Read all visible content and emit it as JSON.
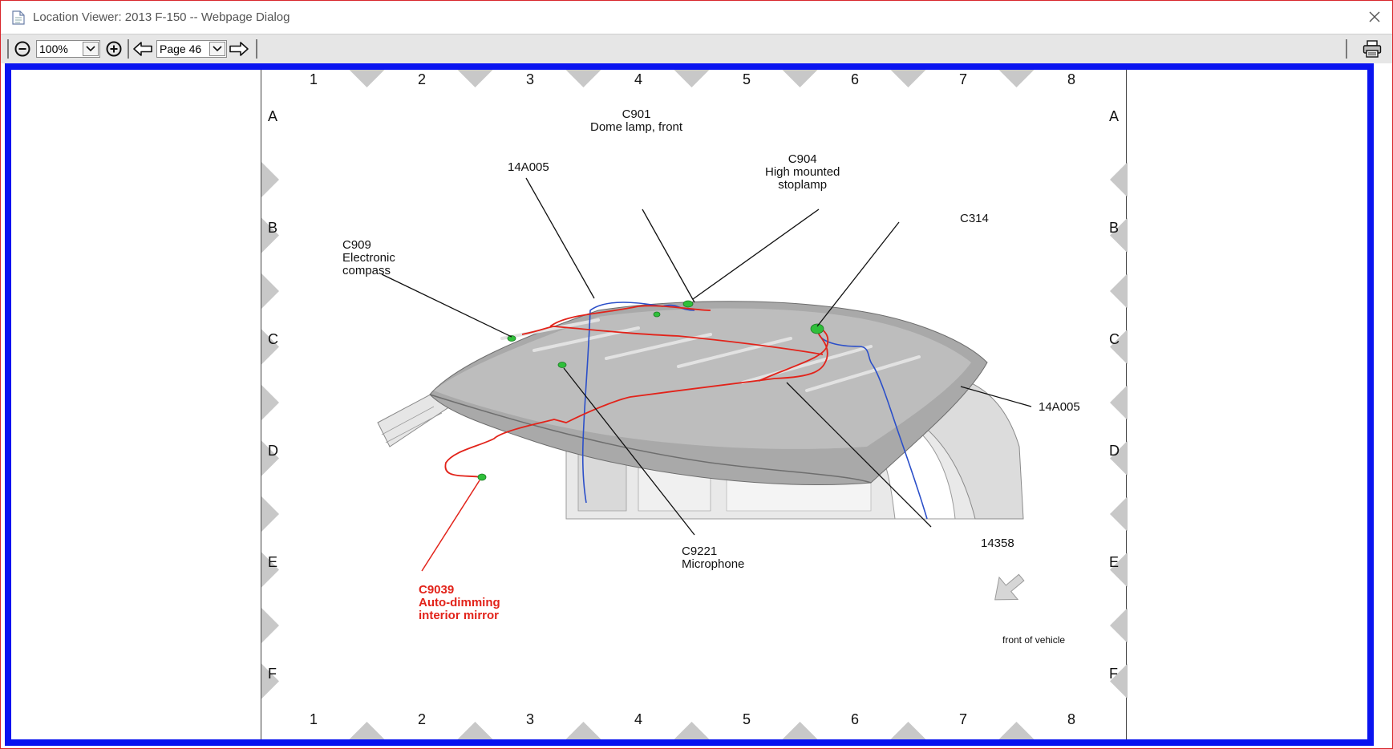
{
  "window": {
    "title": "Location Viewer: 2013 F-150 -- Webpage Dialog"
  },
  "toolbar": {
    "zoom_value": "100%",
    "page_value": "Page 46"
  },
  "diagram": {
    "col_numbers": [
      "1",
      "2",
      "3",
      "4",
      "5",
      "6",
      "7",
      "8"
    ],
    "row_letters": [
      "A",
      "B",
      "C",
      "D",
      "E",
      "F"
    ],
    "labels": {
      "c901": "C901\nDome lamp, front",
      "c904": "C904\nHigh mounted\nstoplamp",
      "a14005_top": "14A005",
      "c909": "C909\nElectronic\ncompass",
      "c314": "C314",
      "a14005_right": "14A005",
      "c9221": "C9221\nMicrophone",
      "n14358": "14358",
      "c9039": "C9039\nAuto-dimming\ninterior mirror",
      "front": "front of vehicle"
    },
    "colors": {
      "frame_blue": "#0a14f0",
      "red_wire": "#e2231a",
      "blue_wire": "#2b4fc9",
      "connector_green": "#2fbf3a"
    }
  }
}
